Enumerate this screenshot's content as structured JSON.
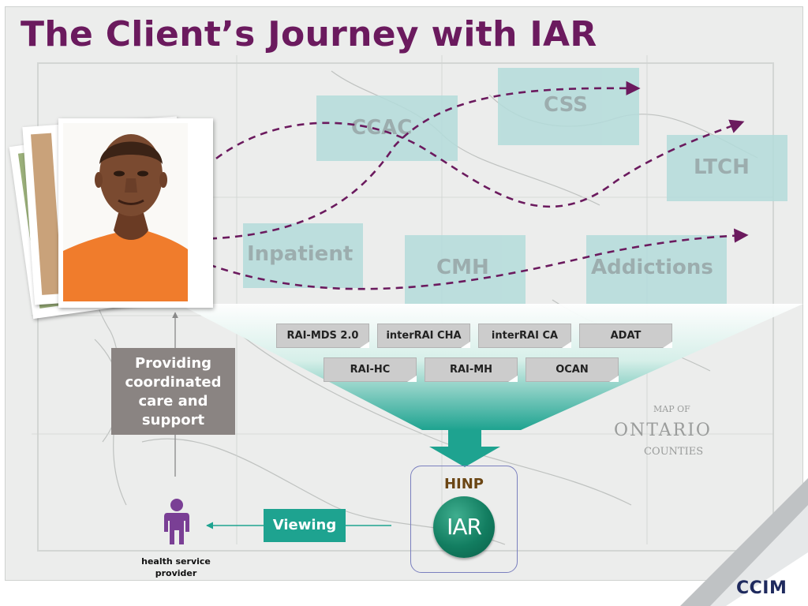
{
  "slide": {
    "title": "The Client’s Journey with IAR"
  },
  "regions": [
    {
      "id": "ccac",
      "label": "CCAC"
    },
    {
      "id": "css",
      "label": "CSS"
    },
    {
      "id": "ltch",
      "label": "LTCH"
    },
    {
      "id": "inpatient",
      "label": "Inpatient"
    },
    {
      "id": "cmh",
      "label": "CMH"
    },
    {
      "id": "addictions",
      "label": "Addictions"
    }
  ],
  "assessment_tools": {
    "row1": [
      "RAI-MDS 2.0",
      "interRAI CHA",
      "interRAI CA",
      "ADAT"
    ],
    "row2": [
      "RAI-HC",
      "RAI-MH",
      "OCAN"
    ]
  },
  "care_box": {
    "line1": "Providing",
    "line2": "coordinated",
    "line3": "care and",
    "line4": "support"
  },
  "hinp": {
    "label": "HINP",
    "logo_text": "IAR"
  },
  "viewing_label": "Viewing",
  "provider": {
    "line1": "health service",
    "line2": "provider"
  },
  "map_text": {
    "map_of": "MAP OF",
    "ontario": "ONTARIO",
    "counties": "COUNTIES"
  },
  "footer": {
    "logo": "CCIM"
  },
  "colors": {
    "title": "#6b1a5e",
    "region_fill": "#b4dcdb",
    "region_text": "#8fa3a4",
    "journey_arrow": "#6b1a5e",
    "funnel_green": "#1ea390",
    "tag_gray": "#cccccc",
    "care_box": "#8a8482",
    "hinp_border": "#7a7fbe",
    "provider_figure": "#7a3f95",
    "ccim": "#1f2a5e"
  },
  "icons": {
    "provider": "person-icon",
    "iar_logo": "iar-logo-icon",
    "funnel_arrow": "arrow-down-icon"
  }
}
